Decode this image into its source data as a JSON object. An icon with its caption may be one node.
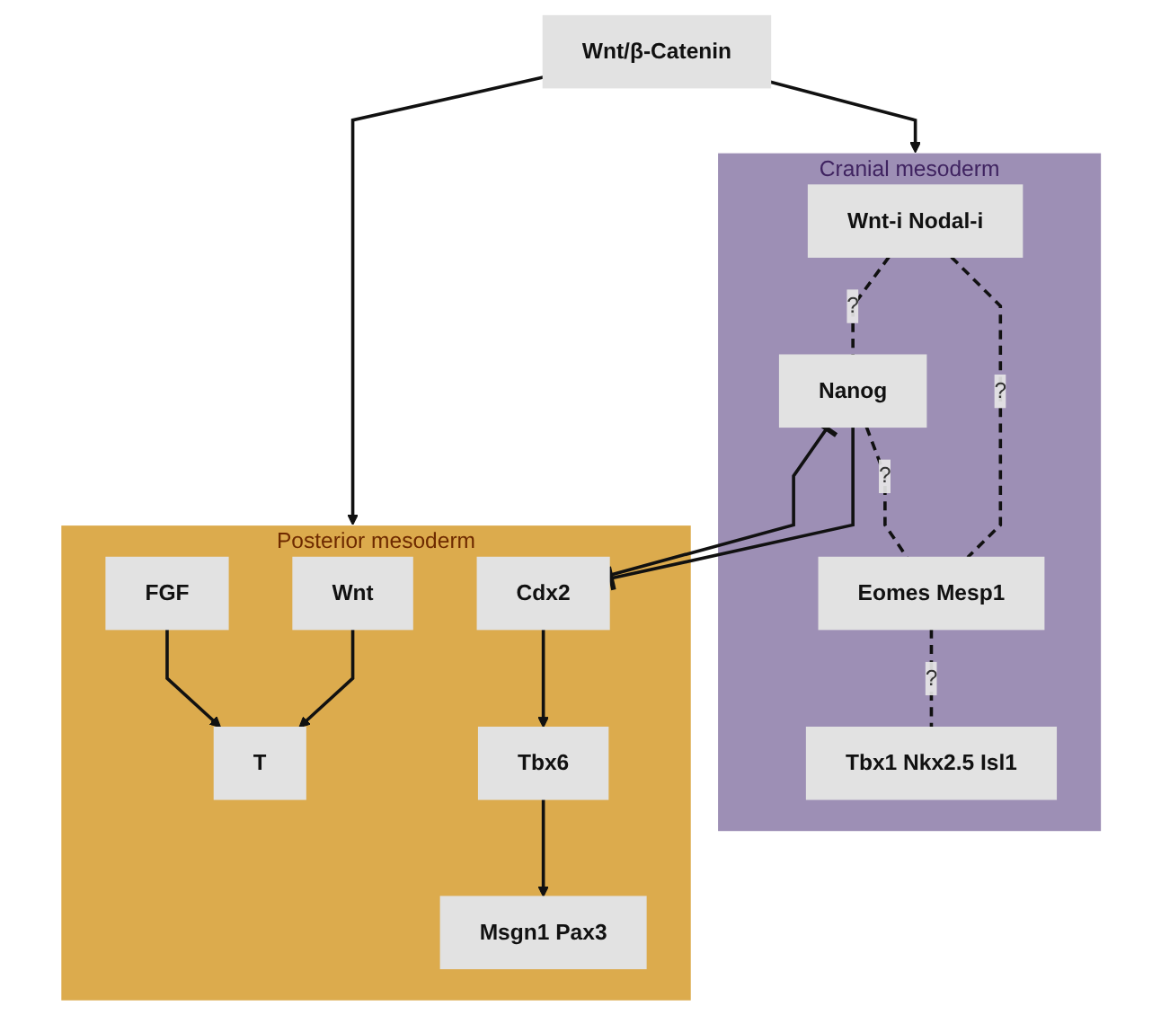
{
  "diagram": {
    "nodes": [
      {
        "text": [
          "Wnt/β-Catenin"
        ]
      },
      {
        "text": [
          "Cranial mesoderm"
        ]
      },
      {
        "text": [
          "Wnt-i Nodal-i"
        ],
        "in": 1
      },
      {
        "text": [
          "Nanog"
        ],
        "in": 1
      },
      {
        "text": [
          "Eomes Mesp1"
        ],
        "in": 1
      },
      {
        "text": [
          "Tbx1 Nkx2.5 Isl1"
        ],
        "in": 1
      },
      {
        "text": [
          "Posterior mesoderm"
        ]
      },
      {
        "text": [
          "Wnt"
        ],
        "in": 6
      },
      {
        "text": [
          "FGF"
        ],
        "in": 6
      },
      {
        "text": [
          "T"
        ],
        "in": 6
      },
      {
        "text": [
          "Cdx2"
        ],
        "in": 6
      },
      {
        "text": [
          "Tbx6"
        ],
        "in": 6
      },
      {
        "text": [
          "Msgn1 Pax3"
        ],
        "in": 6
      }
    ],
    "edges": [
      {
        "from": 0,
        "to": 1,
        "arrow": "to"
      },
      {
        "from": 0,
        "to": 6,
        "arrow": "to"
      },
      {
        "from": 2,
        "to": 3,
        "arrow": "none",
        "style": "dashed",
        "label": "?"
      },
      {
        "from": 2,
        "to": 4,
        "arrow": "none",
        "style": "dashed",
        "label": "?"
      },
      {
        "from": 3,
        "to": 4,
        "arrow": "none",
        "style": "dashed",
        "label": "?"
      },
      {
        "from": 4,
        "to": 5,
        "arrow": "none",
        "style": "dashed",
        "label": "?"
      },
      {
        "from": 7,
        "to": 9,
        "arrow": "to"
      },
      {
        "from": 8,
        "to": 9,
        "arrow": "to"
      },
      {
        "from": 3,
        "to": 10,
        "arrow": "other"
      },
      {
        "from": 10,
        "to": 3,
        "arrow": "other"
      },
      {
        "from": 10,
        "to": 11,
        "arrow": "to"
      },
      {
        "from": 11,
        "to": 12,
        "arrow": "to"
      }
    ]
  }
}
